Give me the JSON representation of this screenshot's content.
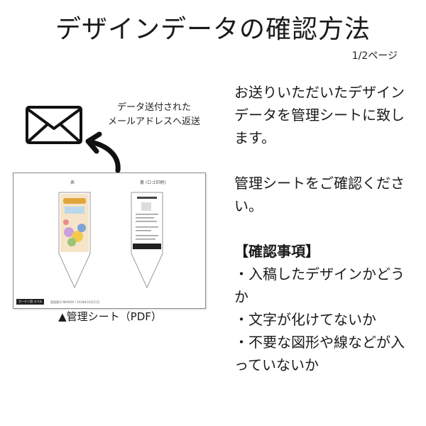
{
  "title": "デザインデータの確認方法",
  "page_indicator": "1/2ページ",
  "email_caption": {
    "line1": "データ送付された",
    "line2": "メールアドレスへ返送"
  },
  "sheet": {
    "front_label": "表",
    "back_label": "裏 (ロゴ印刷)",
    "footer_tag": "ガーデン用 ラベル",
    "footer_text": "管理番号 NK0000 / 2018年10月13日",
    "caption": "▲管理シート（PDF）"
  },
  "body": {
    "para1": "お送りいただいたデザインデータを管理シートに致します。",
    "para2": "管理シートをご確認ください。",
    "heading": "【確認事項】",
    "items": [
      "・入稿したデザインかどうか",
      "・文字が化けてないか",
      "・不要な図形や線などが入っていないか"
    ]
  }
}
